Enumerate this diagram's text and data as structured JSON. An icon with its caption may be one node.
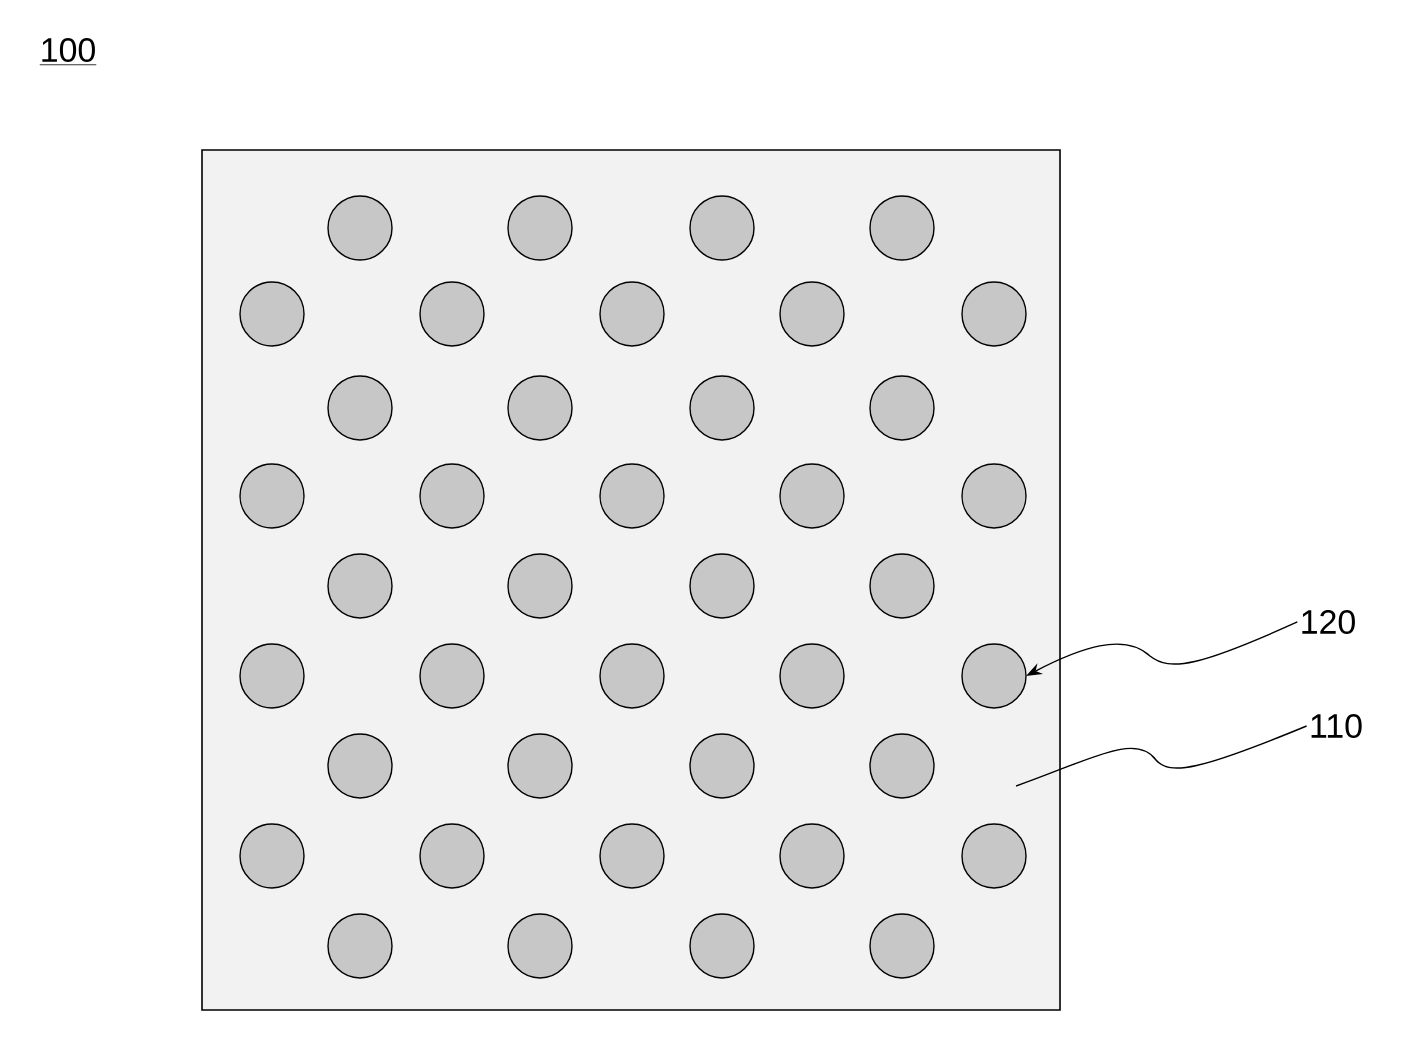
{
  "diagram": {
    "nodes": [
      {
        "text": [],
        "shape": "box"
      },
      {
        "text": [],
        "shape": "circle",
        "in": 0
      },
      {
        "text": [],
        "shape": "circle",
        "in": 0
      },
      {
        "text": [],
        "shape": "circle",
        "in": 0
      },
      {
        "text": [],
        "shape": "circle",
        "in": 0
      },
      {
        "text": [],
        "shape": "circle",
        "in": 0
      },
      {
        "text": [],
        "shape": "circle",
        "in": 0
      },
      {
        "text": [],
        "shape": "circle",
        "in": 0
      },
      {
        "text": [],
        "shape": "circle",
        "in": 0
      },
      {
        "text": [],
        "shape": "circle",
        "in": 0
      },
      {
        "text": [],
        "shape": "circle",
        "in": 0
      },
      {
        "text": [],
        "shape": "circle",
        "in": 0
      },
      {
        "text": [],
        "shape": "circle",
        "in": 0
      },
      {
        "text": [],
        "shape": "circle",
        "in": 0
      },
      {
        "text": [],
        "shape": "circle",
        "in": 0
      },
      {
        "text": [],
        "shape": "circle",
        "in": 0
      },
      {
        "text": [],
        "shape": "circle",
        "in": 0
      },
      {
        "text": [],
        "shape": "circle",
        "in": 0
      },
      {
        "text": [],
        "shape": "circle",
        "in": 0
      },
      {
        "text": [],
        "shape": "circle",
        "in": 0
      },
      {
        "text": [],
        "shape": "circle",
        "in": 0
      },
      {
        "text": [],
        "shape": "circle",
        "in": 0
      },
      {
        "text": [],
        "shape": "circle",
        "in": 0
      },
      {
        "text": [],
        "shape": "circle",
        "in": 0
      },
      {
        "text": [],
        "shape": "circle",
        "in": 0
      },
      {
        "text": [],
        "shape": "circle",
        "in": 0
      },
      {
        "text": [],
        "shape": "circle",
        "in": 0
      },
      {
        "text": [],
        "shape": "circle",
        "in": 0
      },
      {
        "text": [],
        "shape": "circle",
        "in": 0
      },
      {
        "text": [],
        "shape": "circle",
        "in": 0
      },
      {
        "text": [],
        "shape": "circle",
        "in": 0
      },
      {
        "text": [],
        "shape": "circle",
        "in": 0
      },
      {
        "text": [],
        "shape": "circle",
        "in": 0
      },
      {
        "text": [],
        "shape": "circle",
        "in": 0
      },
      {
        "text": [],
        "shape": "circle",
        "in": 0
      },
      {
        "text": [],
        "shape": "circle",
        "in": 0
      },
      {
        "text": [],
        "shape": "circle",
        "in": 0
      },
      {
        "text": [],
        "shape": "circle",
        "in": 0
      },
      {
        "text": [],
        "shape": "circle",
        "in": 0
      },
      {
        "text": [],
        "shape": "circle",
        "in": 0
      },
      {
        "text": [],
        "shape": "circle",
        "in": 0
      },
      {
        "text": [
          "120"
        ]
      },
      {
        "text": [
          "110"
        ]
      }
    ],
    "edges": [
      {
        "from": 41,
        "to": 27,
        "arrow": "to"
      },
      {
        "from": 42,
        "to": 0,
        "arrow": "none"
      }
    ],
    "labels": [
      "100"
    ]
  }
}
